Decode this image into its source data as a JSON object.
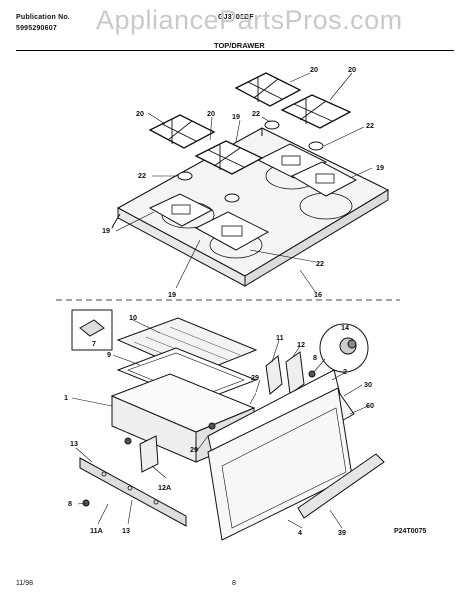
{
  "header": {
    "publication_label": "Publication No.",
    "publication_number": "5995290607",
    "model": "GJ3702BF",
    "section_title": "TOP/DRAWER",
    "watermark": "AppliancePartsPros.com"
  },
  "footer": {
    "date": "11/98",
    "page_number": "8",
    "figure_code": "P24T0075"
  },
  "callouts": {
    "grate": "20",
    "burner_cap": "22",
    "burner_head": "19",
    "maintop": "16",
    "drawer_liner": "10",
    "drawer_bottom": "9",
    "drawer_body": "1",
    "kit": "7",
    "knob": "14",
    "bracket": "11",
    "handle_bracket": "12",
    "screw_29": "29",
    "screw_8": "8",
    "panel_2": "2",
    "panel_30": "30",
    "panel_60": "60",
    "rail_13": "13",
    "rail_12A": "12A",
    "rail_11A": "11A",
    "front_panel": "4",
    "handle": "39"
  },
  "colors": {
    "ink": "#111111",
    "watermark": "#c9c9c9",
    "paper": "#ffffff"
  }
}
